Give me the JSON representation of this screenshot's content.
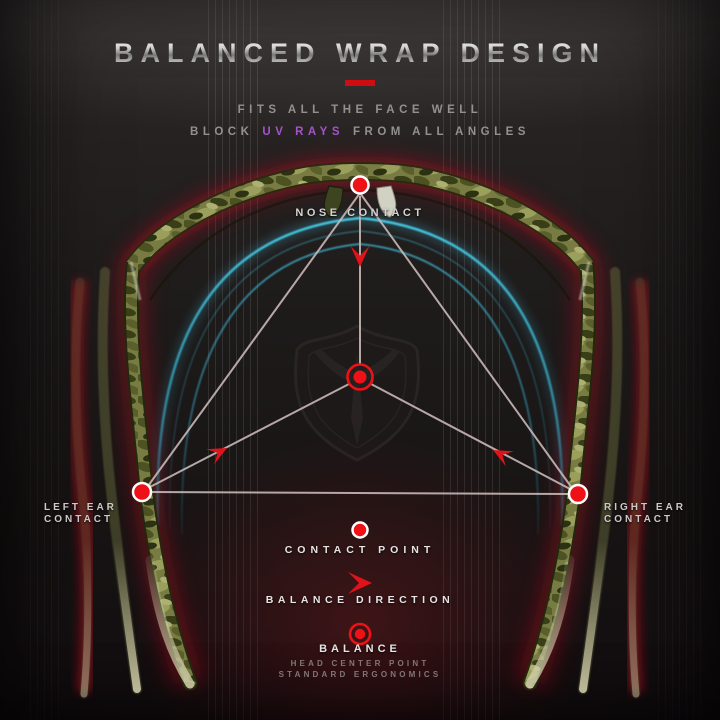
{
  "header": {
    "title": "BALANCED WRAP DESIGN",
    "subtitle_line1": "FITS ALL THE FACE WELL",
    "subtitle_line2_prefix": "BLOCK",
    "subtitle_line2_highlight": "UV RAYS",
    "subtitle_line2_suffix": "FROM ALL ANGLES"
  },
  "diagram": {
    "nose_label": "NOSE CONTACT",
    "left_ear_label_line1": "LEFT EAR",
    "left_ear_label_line2": "CONTACT",
    "right_ear_label_line1": "RIGHT EAR",
    "right_ear_label_line2": "CONTACT"
  },
  "legend": {
    "contact_point_label": "CONTACT POINT",
    "contact_point_icon": "red-dot-white-ring",
    "balance_direction_label": "BALANCE DIRECTION",
    "balance_direction_icon": "red-right-arrow",
    "balance_label": "BALANCE",
    "balance_icon": "red-ring-with-dot",
    "balance_note_line1": "HEAD CENTER POINT",
    "balance_note_line2": "STANDARD ERGONOMICS"
  },
  "colors": {
    "accent_red": "#E0121A",
    "uv_purple": "#A553CB",
    "annotation_line": "#C8B8B6",
    "cyan_glow": "#46D2F0",
    "frame_olive": "#787C42",
    "title_silver": "#CFCFCF",
    "background_dark": "#1D1A1A"
  }
}
